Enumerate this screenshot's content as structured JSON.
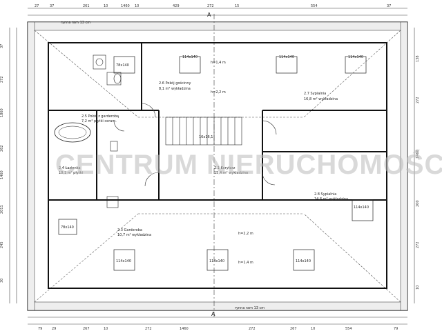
{
  "watermark": "CENTRUM NIERUCHOMOŚCI",
  "section_marker": "A",
  "dims_top": [
    "27",
    "37",
    "261",
    "10",
    "1460",
    "10",
    "429",
    "272",
    "15",
    "554",
    "37"
  ],
  "dims_bottom": [
    "79",
    "29",
    "267",
    "10",
    "272",
    "1460",
    "272",
    "267",
    "10",
    "554",
    "79"
  ],
  "dims_left": [
    "37",
    "272",
    "1860",
    "262",
    "1460",
    "2011",
    "245",
    "30"
  ],
  "dims_right": [
    "138",
    "272",
    "1460",
    "200",
    "272",
    "10"
  ],
  "rooms": [
    {
      "id": "2.6",
      "name": "Pokój gościnny",
      "area": "8,1 m² wykładzina"
    },
    {
      "id": "2.7",
      "name": "Sypialnia",
      "area": "16,8 m² wykładzina"
    },
    {
      "id": "2.5",
      "name": "Pokój z garderobą",
      "area": "7,2 m² płytki ceram."
    },
    {
      "id": "2.1",
      "name": "Korytarz",
      "area": "15,4 m² wykładzina"
    },
    {
      "id": "2.4",
      "name": "Łazienka",
      "area": "10,1 m² płytki"
    },
    {
      "id": "2.8",
      "name": "Sypialnia",
      "area": "14,6 m² wykładzina"
    },
    {
      "id": "2.3",
      "name": "Garderoba",
      "area": "10,7 m² wykładzina"
    }
  ],
  "windows": [
    "114x140",
    "114x140",
    "114x140",
    "114x140",
    "114x140",
    "114x140",
    "114x140",
    "78x140",
    "78x140"
  ],
  "notes": {
    "top_note": "rynna ram 13 cm",
    "bottom_note": "rynna ram 13 cm",
    "h1": "h=1,4 m",
    "h2": "h=2,2 m",
    "h3": "h=2,2 m",
    "h4": "h=1,4 m",
    "stair": "16x16,1"
  }
}
